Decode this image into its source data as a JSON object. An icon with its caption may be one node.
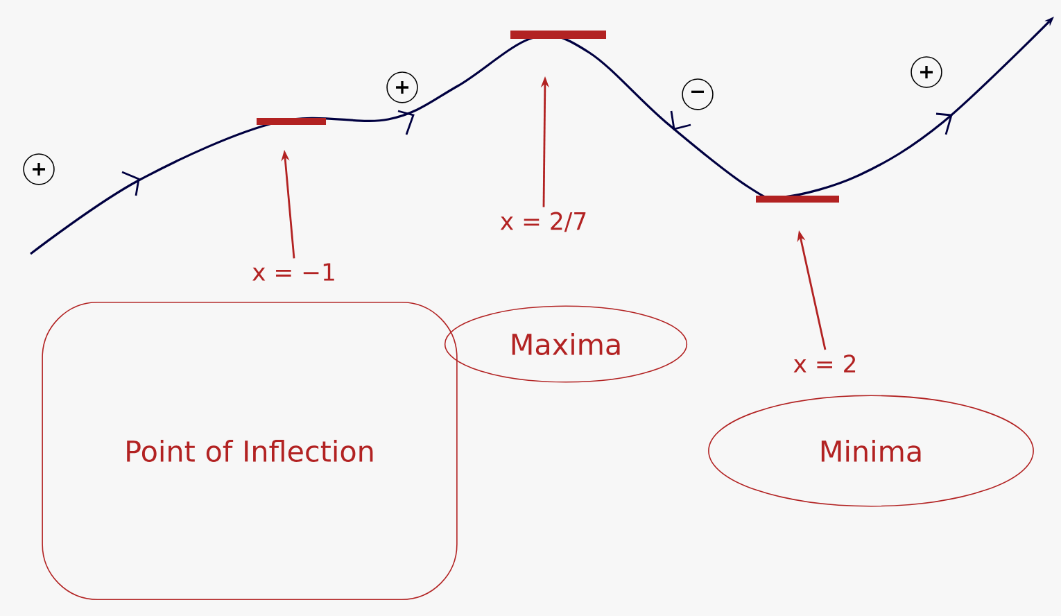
{
  "diagram": {
    "nodes": [
      {
        "text": [
          "+"
        ]
      },
      {
        "text": [
          "+"
        ]
      },
      {
        "text": [
          "−"
        ]
      },
      {
        "text": [
          "+"
        ]
      },
      {
        "text": [
          "x = −1"
        ]
      },
      {
        "text": [
          "x = 2/7"
        ]
      },
      {
        "text": [
          "x = 2"
        ]
      },
      {
        "text": [
          "Point of Inflection"
        ]
      },
      {
        "text": [
          "Maxima"
        ]
      },
      {
        "text": [
          "Minima"
        ]
      }
    ],
    "edges": [
      {
        "from": 4,
        "to": null,
        "arrow": "to",
        "color": "#b22222"
      },
      {
        "from": 5,
        "to": null,
        "arrow": "to",
        "color": "#b22222"
      },
      {
        "from": 6,
        "to": null,
        "arrow": "to",
        "color": "#b22222"
      }
    ]
  }
}
